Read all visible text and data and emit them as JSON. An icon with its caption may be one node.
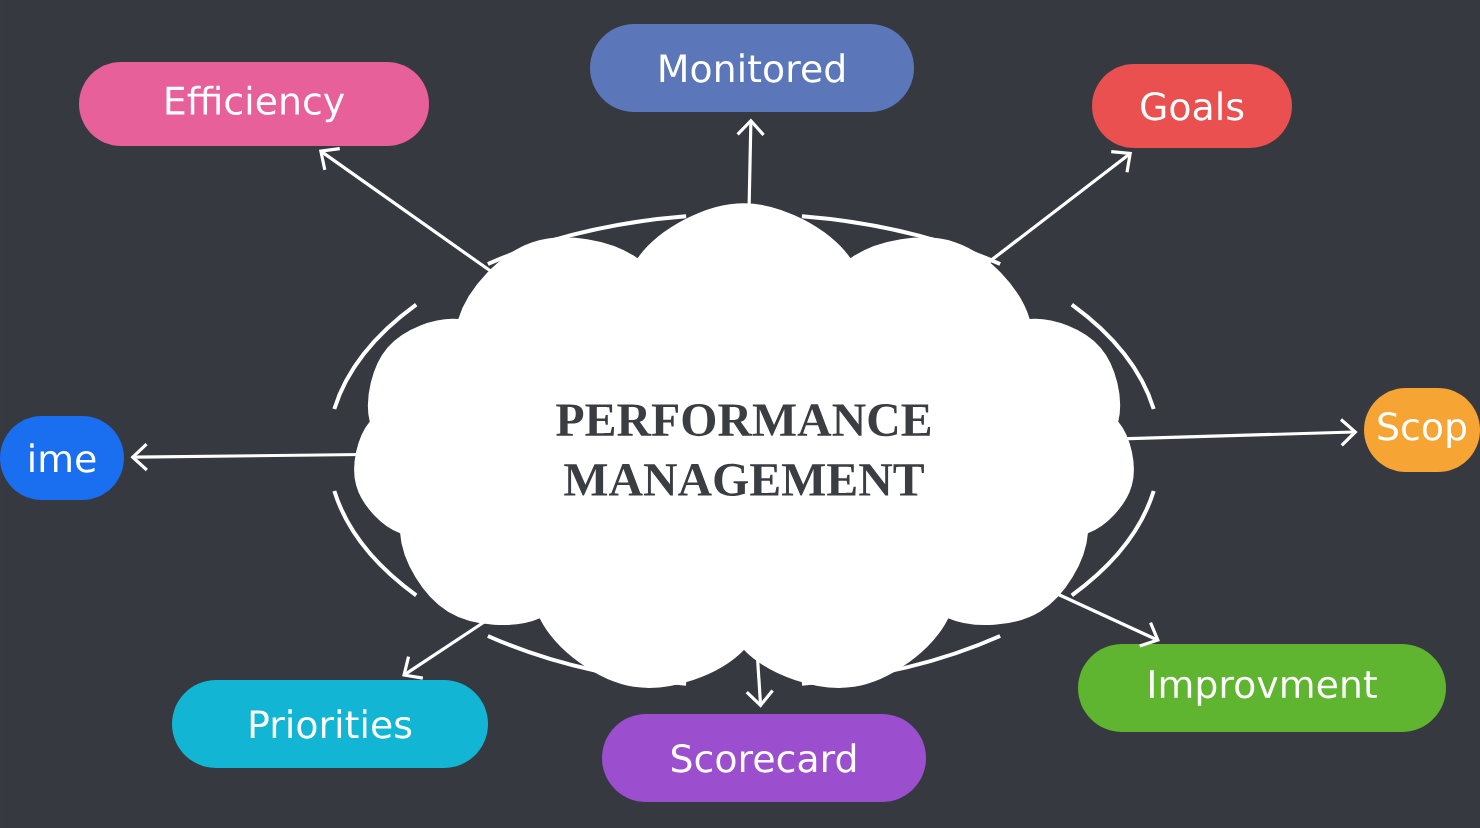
{
  "diagram": {
    "nodes": [
      {
        "text": [
          "PERFORMANCE MANAGEMENT"
        ]
      },
      {
        "text": [
          "Efficiency"
        ]
      },
      {
        "text": [
          "Monitored"
        ]
      },
      {
        "text": [
          "Goals"
        ]
      },
      {
        "text": [
          "ime"
        ]
      },
      {
        "text": [
          "Scop"
        ]
      },
      {
        "text": [
          "Priorities"
        ]
      },
      {
        "text": [
          "Scorecard"
        ]
      },
      {
        "text": [
          "Improvment"
        ]
      }
    ],
    "edges": [
      {
        "from": 0,
        "to": 1,
        "arrow": "to"
      },
      {
        "from": 0,
        "to": 2,
        "arrow": "to"
      },
      {
        "from": 0,
        "to": 3,
        "arrow": "to"
      },
      {
        "from": 0,
        "to": 4,
        "arrow": "to"
      },
      {
        "from": 0,
        "to": 5,
        "arrow": "to"
      },
      {
        "from": 0,
        "to": 6,
        "arrow": "to"
      },
      {
        "from": 0,
        "to": 7,
        "arrow": "to"
      },
      {
        "from": 0,
        "to": 8,
        "arrow": "to"
      }
    ]
  }
}
